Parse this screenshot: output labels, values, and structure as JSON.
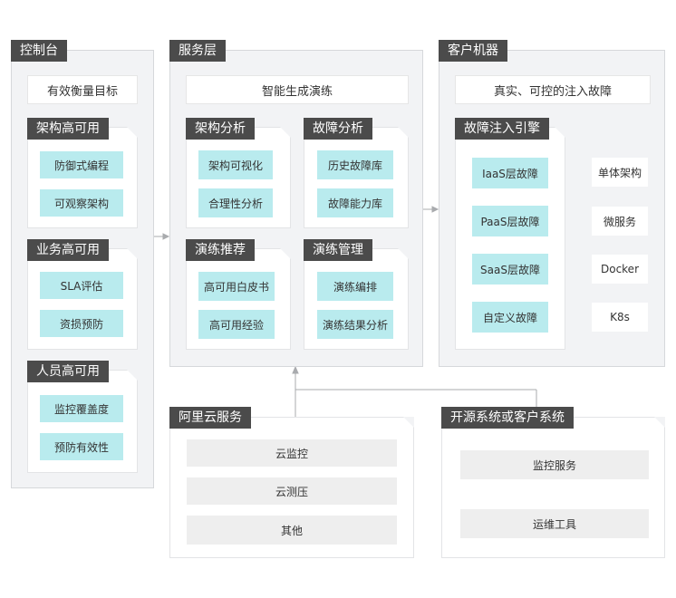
{
  "console": {
    "title": "控制台",
    "goal": "有效衡量目标",
    "groups": [
      {
        "title": "架构高可用",
        "items": [
          "防御式编程",
          "可观察架构"
        ]
      },
      {
        "title": "业务高可用",
        "items": [
          "SLA评估",
          "资损预防"
        ]
      },
      {
        "title": "人员高可用",
        "items": [
          "监控覆盖度",
          "预防有效性"
        ]
      }
    ]
  },
  "service": {
    "title": "服务层",
    "header": "智能生成演练",
    "groups": [
      {
        "title": "架构分析",
        "items": [
          "架构可视化",
          "合理性分析"
        ]
      },
      {
        "title": "故障分析",
        "items": [
          "历史故障库",
          "故障能力库"
        ]
      },
      {
        "title": "演练推荐",
        "items": [
          "高可用白皮书",
          "高可用经验"
        ]
      },
      {
        "title": "演练管理",
        "items": [
          "演练编排",
          "演练结果分析"
        ]
      }
    ]
  },
  "client": {
    "title": "客户机器",
    "header": "真实、可控的注入故障",
    "engine": {
      "title": "故障注入引擎",
      "items": [
        "IaaS层故障",
        "PaaS层故障",
        "SaaS层故障",
        "自定义故障"
      ]
    },
    "targets": [
      "单体架构",
      "微服务",
      "Docker",
      "K8s"
    ]
  },
  "aliyun": {
    "title": "阿里云服务",
    "items": [
      "云监控",
      "云测压",
      "其他"
    ]
  },
  "opensource": {
    "title": "开源系统或客户系统",
    "items": [
      "监控服务",
      "运维工具"
    ]
  }
}
